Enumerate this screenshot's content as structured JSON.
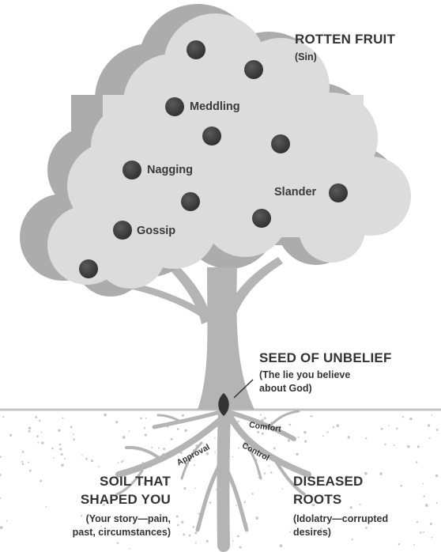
{
  "title": {
    "main": "ROTTEN FRUIT",
    "sub": "(Sin)"
  },
  "fruits": {
    "meddling": "Meddling",
    "nagging": "Nagging",
    "slander": "Slander",
    "gossip": "Gossip"
  },
  "seed": {
    "main": "SEED OF UNBELIEF",
    "sub_line1": "(The lie you believe",
    "sub_line2": "about God)"
  },
  "roots": {
    "comfort": "Comfort",
    "approval": "Approval",
    "control": "Control"
  },
  "soil": {
    "line1": "SOIL THAT",
    "line2": "SHAPED YOU",
    "sub_line1": "(Your story—pain,",
    "sub_line2": "past, circumstances)"
  },
  "diseased": {
    "line1": "DISEASED",
    "line2": "ROOTS",
    "sub_line1": "(Idolatry—corrupted",
    "sub_line2": "desires)"
  },
  "colors": {
    "canopy_dark": "#acacac",
    "canopy_light": "#dcdcdc",
    "trunk": "#b4b4b4",
    "fruit": "#3d3d3d",
    "soil_speckle": "#c8c8c8",
    "text": "#333333"
  }
}
